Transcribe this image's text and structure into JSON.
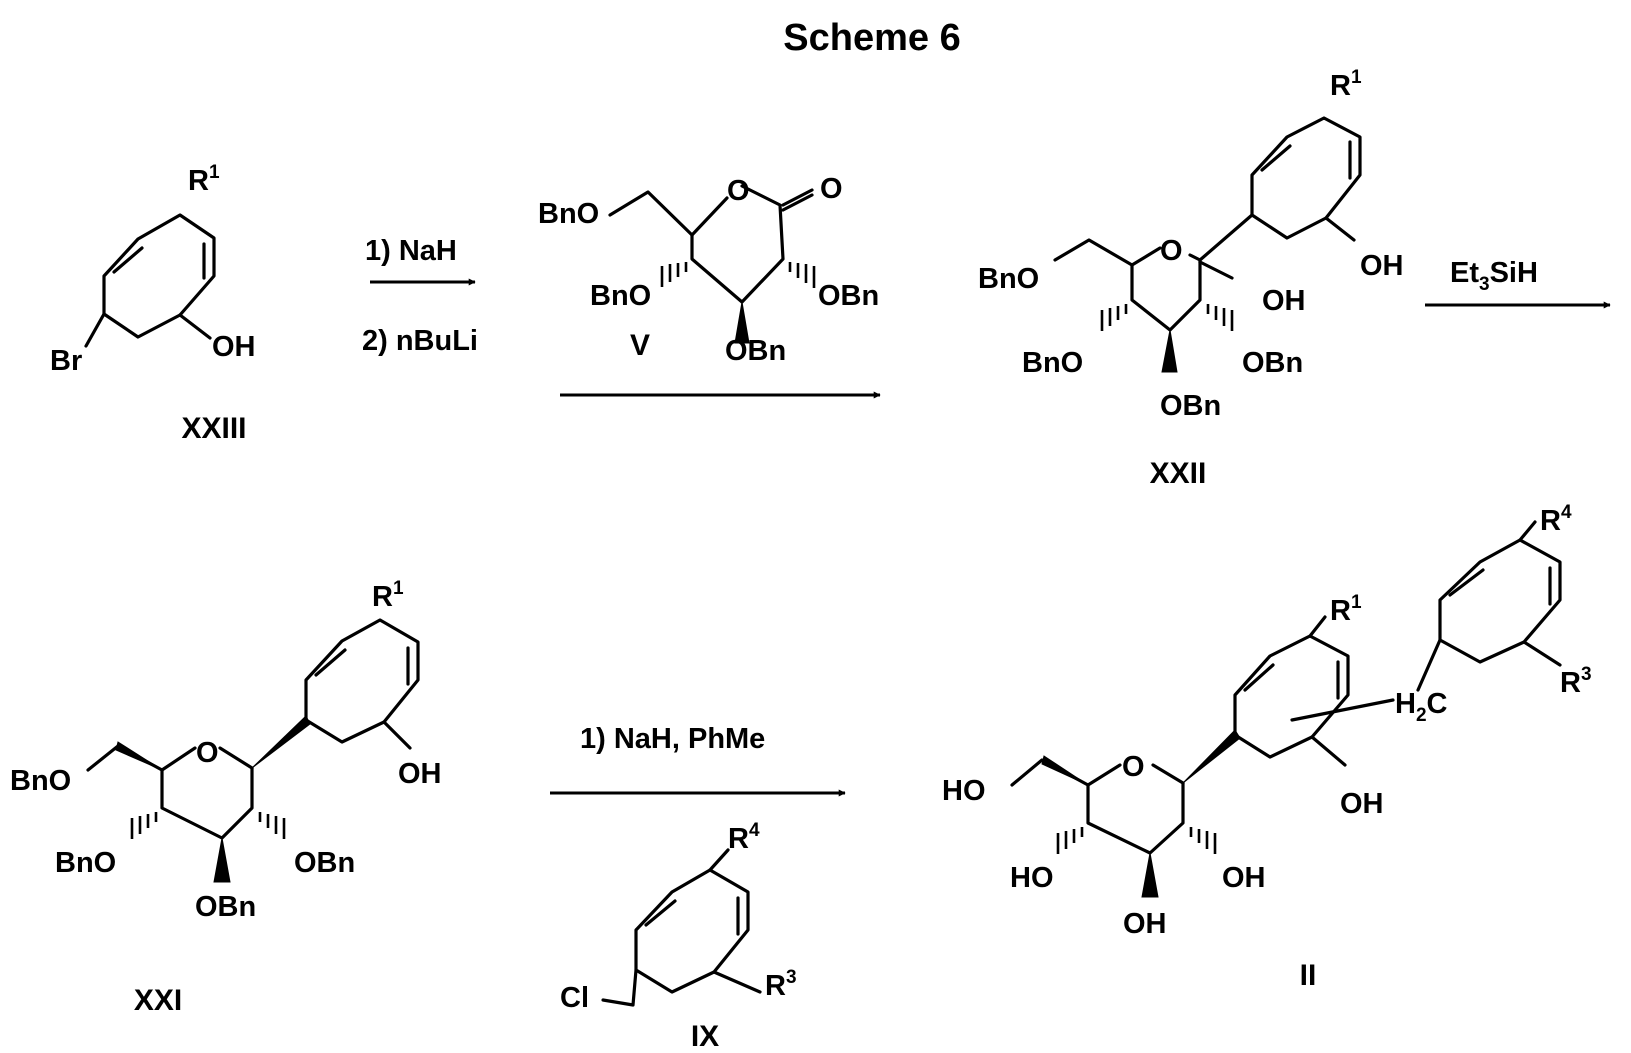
{
  "title": "Scheme 6",
  "compounds": {
    "xxiii": {
      "label": "XXIII",
      "r1": "R",
      "r1_sup": "1",
      "br": "Br",
      "oh": "OH"
    },
    "v": {
      "label": "V",
      "bno_top": "BnO",
      "o_ring": "O",
      "o_carbonyl": "O",
      "bno_left": "BnO",
      "obn_right": "OBn",
      "obn_bottom": "OBn"
    },
    "xxii": {
      "label": "XXII",
      "r1": "R",
      "r1_sup": "1",
      "oh_aryl": "OH",
      "bno_top": "BnO",
      "o_ring": "O",
      "oh_anomeric": "OH",
      "bno_left": "BnO",
      "obn_right": "OBn",
      "obn_bottom": "OBn"
    },
    "xxi": {
      "label": "XXI",
      "r1": "R",
      "r1_sup": "1",
      "oh_aryl": "OH",
      "bno_top": "BnO",
      "o_ring": "O",
      "bno_left": "BnO",
      "obn_right": "OBn",
      "obn_bottom": "OBn"
    },
    "ix": {
      "label": "IX",
      "r4": "R",
      "r4_sup": "4",
      "r3": "R",
      "r3_sup": "3",
      "cl": "Cl"
    },
    "ii": {
      "label": "II",
      "r1": "R",
      "r1_sup": "1",
      "r4": "R",
      "r4_sup": "4",
      "r3": "R",
      "r3_sup": "3",
      "h2c_h": "H",
      "h2c_sub": "2",
      "h2c_c": "C",
      "oh_aryl": "OH",
      "ho_top": "HO",
      "o_ring": "O",
      "ho_left": "HO",
      "oh_right": "OH",
      "oh_bottom": "OH"
    }
  },
  "reagents": {
    "step1_line1": "1) NaH",
    "step1_line2": "2) nBuLi",
    "step2_et": "Et",
    "step2_sub": "3",
    "step2_sih": "SiH",
    "step3": "1) NaH, PhMe"
  }
}
